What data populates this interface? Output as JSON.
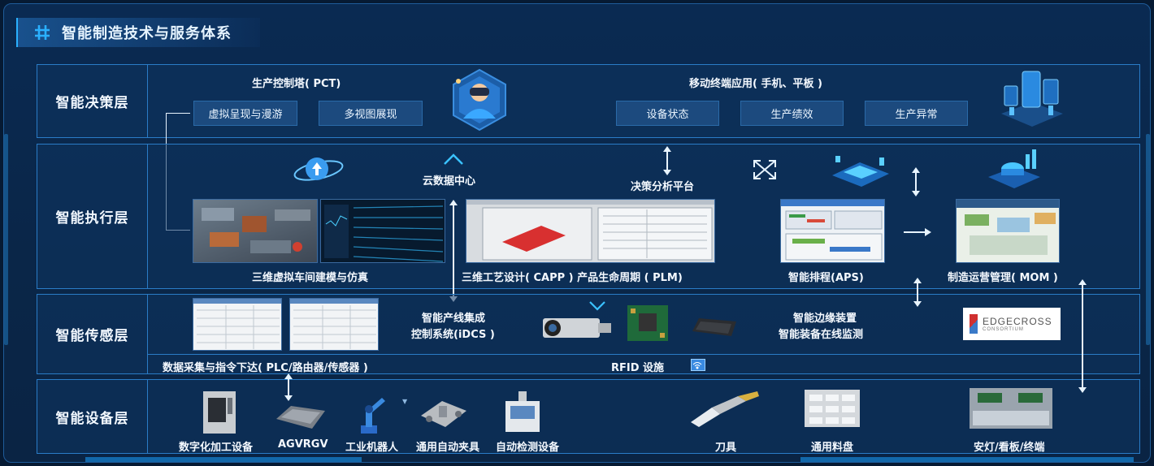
{
  "title": "智能制造技术与服务体系",
  "layers": {
    "decision": "智能决策层",
    "execution": "智能执行层",
    "sensing": "智能传感层",
    "equipment": "智能设备层"
  },
  "decision": {
    "pct_title": "生产控制塔( PCT)",
    "pct_chips": [
      "虚拟呈现与漫游",
      "多视图展现"
    ],
    "mobile_title": "移动终端应用( 手机、平板 )",
    "mobile_chips": [
      "设备状态",
      "生产绩效",
      "生产异常"
    ]
  },
  "execution": {
    "cloud": "云数据中心",
    "decision_platform": "决策分析平台",
    "sim_caption": "三维虚拟车间建模与仿真",
    "capp_caption": "三维工艺设计( CAPP ) 产品生命周期 ( PLM)",
    "aps_caption": "智能排程(APS)",
    "mom_caption": "制造运营管理( MOM )"
  },
  "sensing": {
    "idcs_line1": "智能产线集成",
    "idcs_line2": "控制系统(iDCS )",
    "edge_line1": "智能边缘装置",
    "edge_line2": "智能装备在线监测",
    "logo_main": "EDGECROSS",
    "logo_sub": "CONSORTIUM",
    "plc": "数据采集与指令下达( PLC/路由器/传感器 )",
    "rfid": "RFID 设施"
  },
  "equipment": {
    "items": [
      "数字化加工设备",
      "AGVRGV",
      "工业机器人",
      "通用自动夹具",
      "自动检测设备",
      "刀具",
      "通用料盘",
      "安灯/看板/终端"
    ]
  },
  "colors": {
    "background": "#061a33",
    "panel": "#0e3460",
    "border": "#2a7cc7",
    "accent": "#2ab0ff"
  }
}
